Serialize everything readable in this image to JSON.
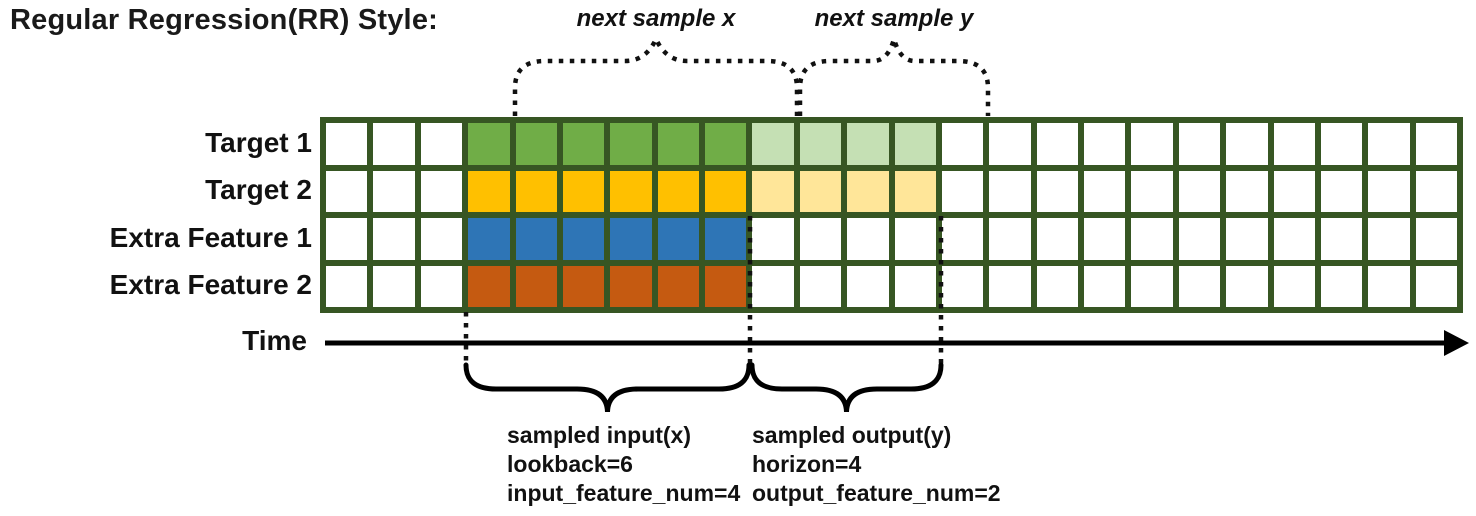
{
  "title": "Regular Regression(RR) Style:",
  "top_annotations": {
    "next_sample_x": "next sample x",
    "next_sample_y": "next sample y"
  },
  "time_axis": {
    "label": "Time"
  },
  "grid": {
    "columns": 24,
    "lead_cols": 3,
    "lookback_cols": 6,
    "horizon_cols": 4,
    "border_color": "#375623",
    "rows": [
      {
        "label": "Target 1",
        "role": "target",
        "input_color": "#70AD47",
        "output_color": "#C5E0B4"
      },
      {
        "label": "Target 2",
        "role": "target",
        "input_color": "#FFC000",
        "output_color": "#FFE699"
      },
      {
        "label": "Extra Feature 1",
        "role": "extra-feature",
        "input_color": "#2E75B6",
        "output_color": null
      },
      {
        "label": "Extra Feature 2",
        "role": "extra-feature",
        "input_color": "#C55A11",
        "output_color": null
      }
    ]
  },
  "captions": {
    "input": {
      "lines": [
        "sampled input(x)",
        "lookback=6",
        "input_feature_num=4"
      ]
    },
    "output": {
      "lines": [
        "sampled output(y)",
        "horizon=4",
        "output_feature_num=2"
      ]
    }
  }
}
